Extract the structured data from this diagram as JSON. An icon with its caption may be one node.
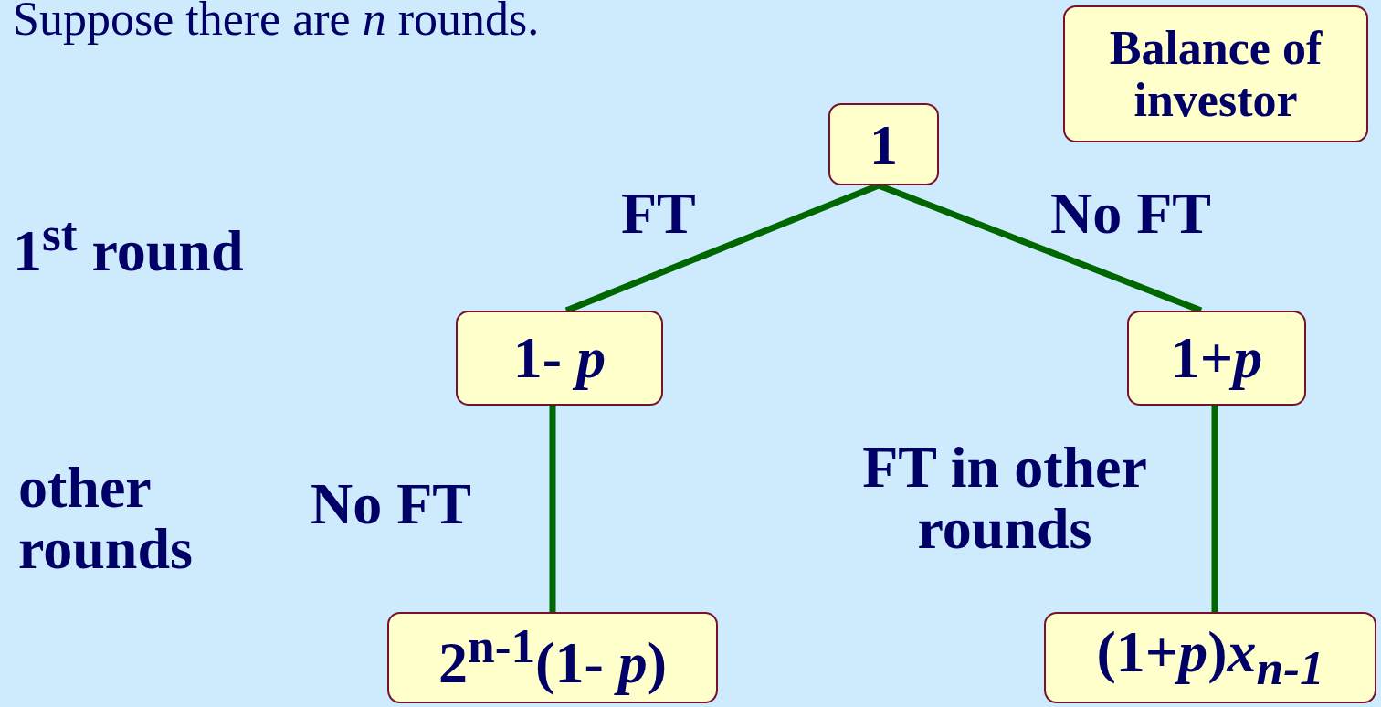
{
  "diagram": {
    "nodes": [
      {
        "text": [
          "1"
        ]
      },
      {
        "text": [
          "1- *p*"
        ]
      },
      {
        "text": [
          "1+*p*"
        ]
      },
      {
        "text": [
          "2$^{n-1}$(1- *p*)"
        ]
      },
      {
        "text": [
          "(1+*p*)*x*$_{n-1}$"
        ]
      },
      {
        "text": [
          "Balance of investor"
        ]
      }
    ],
    "edges": [
      {
        "from": 0,
        "to": 1,
        "arrow": "none",
        "label": "FT"
      },
      {
        "from": 0,
        "to": 2,
        "arrow": "none",
        "label": "No FT"
      },
      {
        "from": 1,
        "to": 3,
        "arrow": "none",
        "label": "No FT"
      },
      {
        "from": 2,
        "to": 4,
        "arrow": "none",
        "label": "FT in other rounds"
      }
    ],
    "labels": [
      "Suppose there are *n* rounds.",
      "1$^{st}$ round",
      "other rounds"
    ]
  }
}
